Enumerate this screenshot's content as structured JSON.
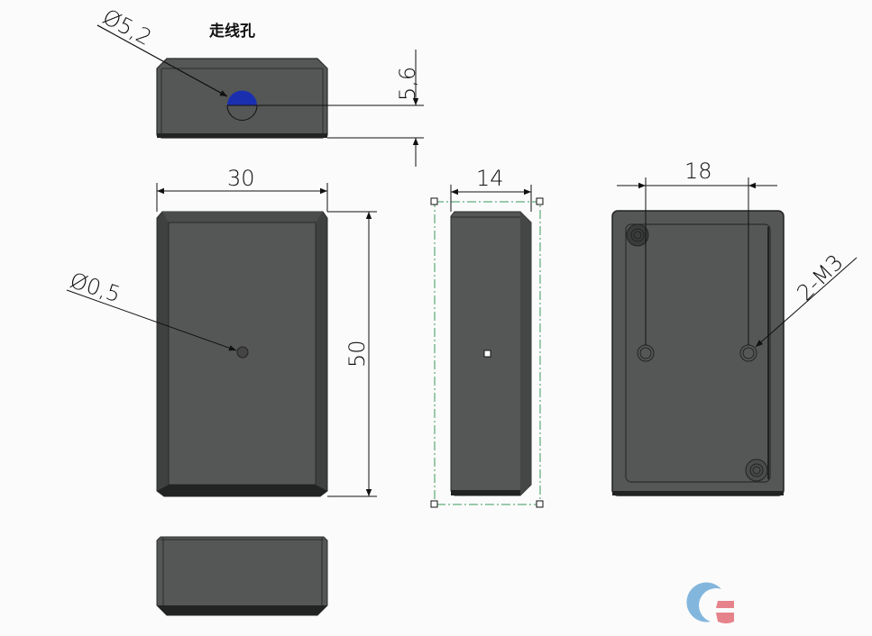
{
  "drawing": {
    "annotation_cable_hole": "走线孔",
    "top_view": {
      "hole_diameter": "Ø5,2",
      "hole_offset": "5,6"
    },
    "front_view": {
      "width": "30",
      "height": "50",
      "small_hole_diameter": "Ø0,5"
    },
    "side_view": {
      "depth": "14"
    },
    "back_view": {
      "hole_spacing": "18",
      "thread_callout": "2-M3"
    }
  },
  "colors": {
    "part_face": "#555756",
    "part_edge": "#3a3c3b",
    "part_dark": "#222423",
    "hole_fill": "#1a2fb0",
    "centerline": "#3a9a5a",
    "background": "#fbfbfb"
  },
  "watermark": {
    "logo": "circle-logo"
  }
}
